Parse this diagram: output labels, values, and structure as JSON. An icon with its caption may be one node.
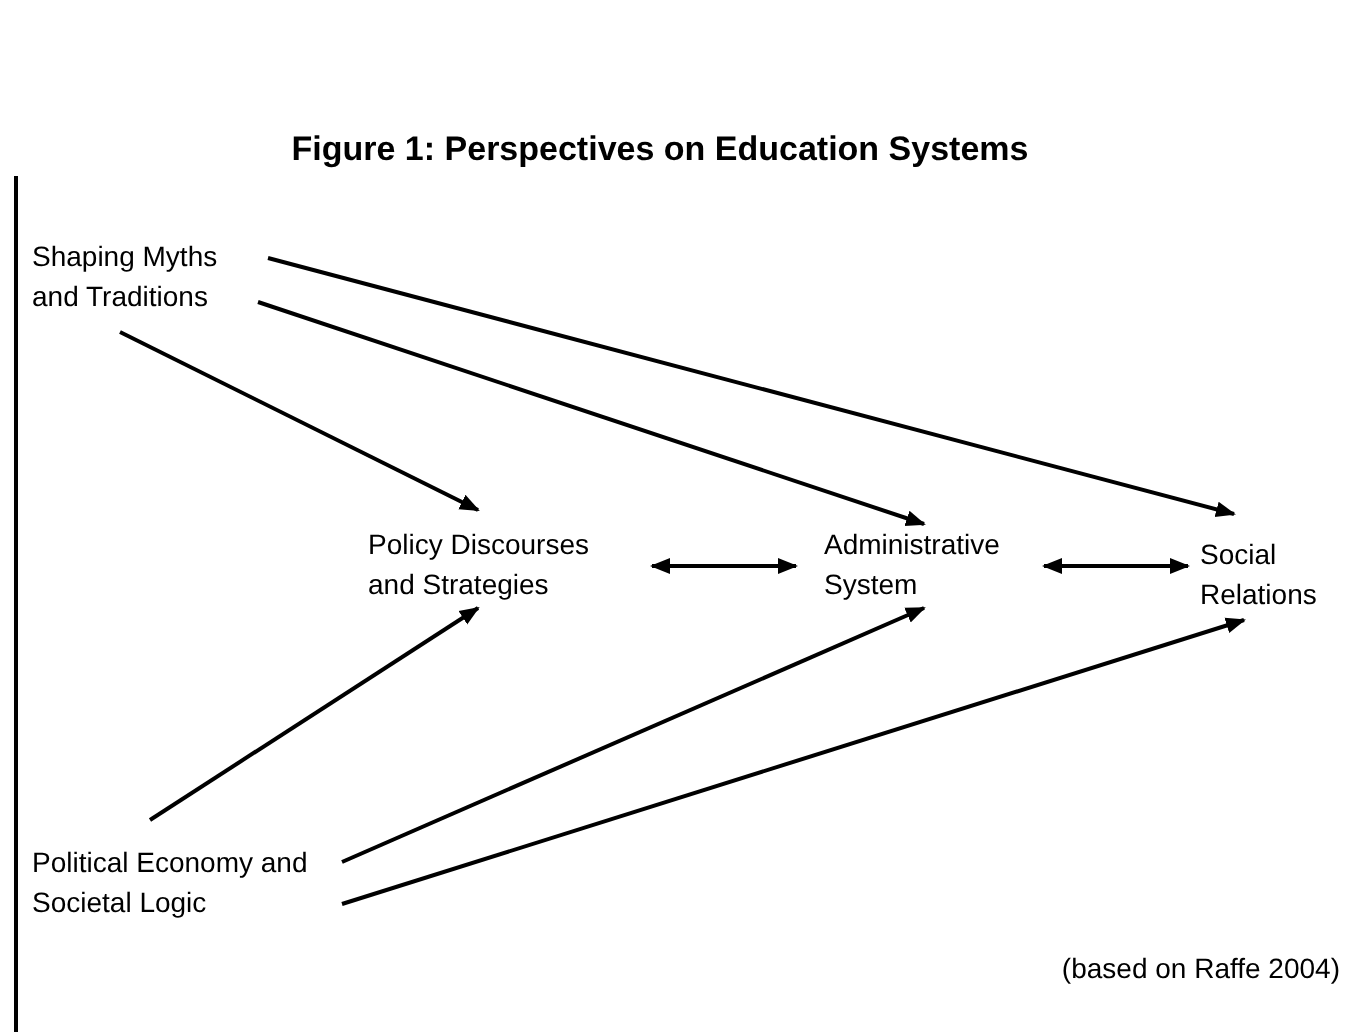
{
  "diagram": {
    "title": "Figure 1: Perspectives on Education Systems",
    "nodes": [
      {
        "text": [
          "Shaping Myths and Traditions"
        ]
      },
      {
        "text": [
          "Policy Discourses and Strategies"
        ]
      },
      {
        "text": [
          "Administrative System"
        ]
      },
      {
        "text": [
          "Social Relations"
        ]
      },
      {
        "text": [
          "Political Economy and Societal Logic"
        ]
      }
    ],
    "edges": [
      {
        "from": 0,
        "to": 3,
        "arrow": "to"
      },
      {
        "from": 0,
        "to": 2,
        "arrow": "to"
      },
      {
        "from": 0,
        "to": 1,
        "arrow": "to"
      },
      {
        "from": 1,
        "to": 2,
        "arrow": "both"
      },
      {
        "from": 2,
        "to": 3,
        "arrow": "both"
      },
      {
        "from": 4,
        "to": 1,
        "arrow": "to"
      },
      {
        "from": 4,
        "to": 2,
        "arrow": "to"
      },
      {
        "from": 4,
        "to": 3,
        "arrow": "to"
      }
    ],
    "labels": [
      "(based on Raffe 2004)"
    ]
  }
}
